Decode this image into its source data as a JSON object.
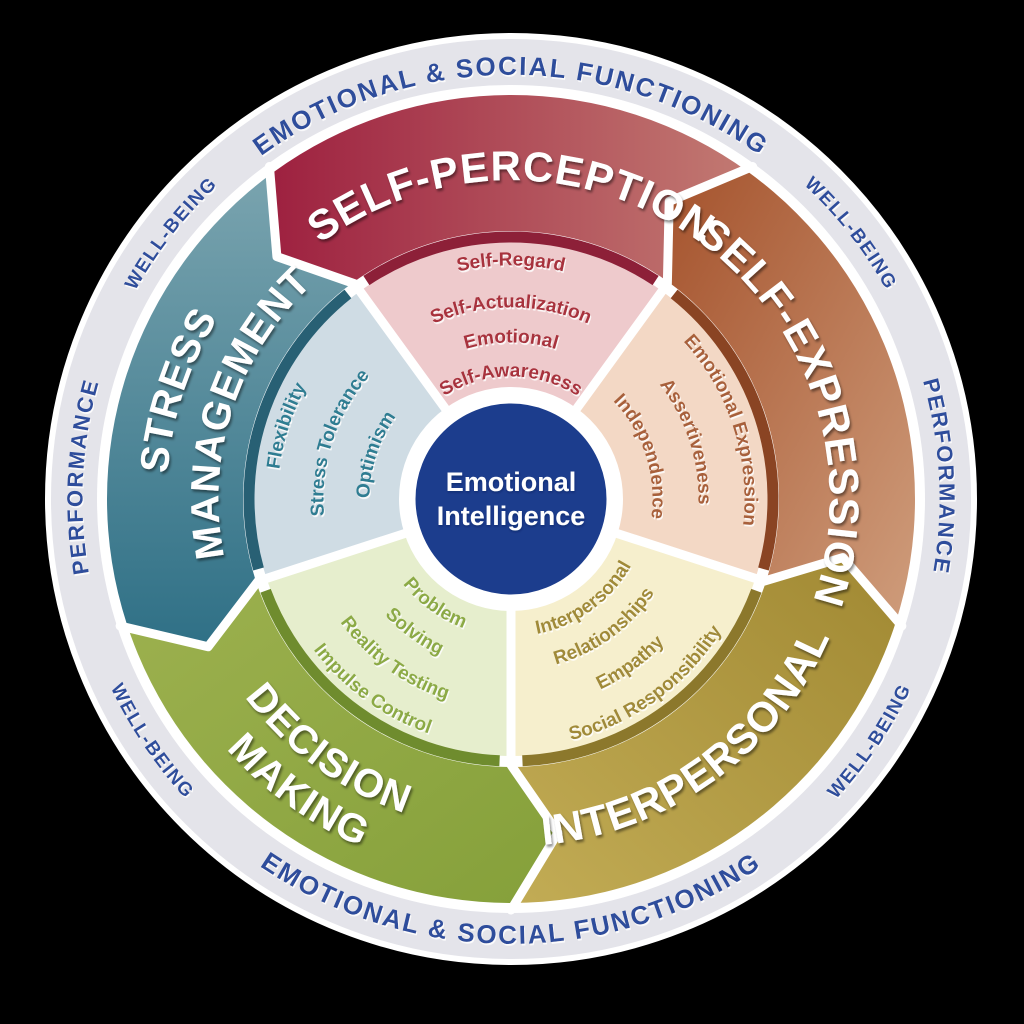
{
  "background_color": "#000000",
  "wheel": {
    "outer_ring": {
      "ring_color": "#e4e4ea",
      "text_color": "#2d4d9c",
      "top_label": "EMOTIONAL & SOCIAL FUNCTIONING",
      "bottom_label": "EMOTIONAL & SOCIAL FUNCTIONING",
      "well_being": {
        "top_left": "WELL-BEING",
        "top_right": "WELL-BEING",
        "bottom_left": "WELL-BEING",
        "bottom_right": "WELL-BEING"
      },
      "performance": {
        "left": "PERFORMANCE",
        "right": "PERFORMANCE"
      }
    },
    "center": {
      "line1": "Emotional",
      "line2": "Intelligence",
      "fill_color": "#1c3d8d",
      "text_color": "#ffffff"
    },
    "segments": [
      {
        "id": "self-perception",
        "label_lines": [
          "SELF-PERCEPTION"
        ],
        "band_gradient": [
          "#9e2140",
          "#c27a72"
        ],
        "pastel_color": "#eecacc",
        "separator_color": "#8d2038",
        "subscale_text_color": "#a8313c",
        "subscales": [
          "Self-Regard",
          "Self-Actualization",
          "Emotional Self-Awareness"
        ],
        "subscale_lines": [
          [
            "Self-Regard"
          ],
          [
            "Self-Actualization"
          ],
          [
            "Emotional",
            "Self-Awareness"
          ]
        ]
      },
      {
        "id": "self-expression",
        "label_lines": [
          "SELF-EXPRESSION"
        ],
        "band_gradient": [
          "#a5532d",
          "#cf9d7c"
        ],
        "pastel_color": "#f3d8c5",
        "separator_color": "#8a4423",
        "subscale_text_color": "#a8613a",
        "subscales": [
          "Emotional Expression",
          "Assertiveness",
          "Independence"
        ],
        "subscale_lines": [
          [
            "Emotional Expression"
          ],
          [
            "Assertiveness"
          ],
          [
            "Independence"
          ]
        ]
      },
      {
        "id": "interpersonal",
        "label_lines": [
          "INTERPERSONAL"
        ],
        "band_gradient": [
          "#a18933",
          "#c2ac55"
        ],
        "pastel_color": "#f6efcd",
        "separator_color": "#8c782c",
        "subscale_text_color": "#a08a38",
        "subscales": [
          "Interpersonal Relationships",
          "Empathy",
          "Social Responsibility"
        ],
        "subscale_lines": [
          [
            "Interpersonal",
            "Relationships"
          ],
          [
            "Empathy"
          ],
          [
            "Social Responsibility"
          ]
        ]
      },
      {
        "id": "decision-making",
        "label_lines": [
          "DECISION",
          "MAKING"
        ],
        "band_gradient": [
          "#9db14f",
          "#85a03a"
        ],
        "pastel_color": "#e6eecd",
        "separator_color": "#6f8c2e",
        "subscale_text_color": "#8caa45",
        "subscales": [
          "Problem Solving",
          "Reality Testing",
          "Impulse Control"
        ],
        "subscale_lines": [
          [
            "Problem",
            "Solving"
          ],
          [
            "Reality Testing"
          ],
          [
            "Impulse Control"
          ]
        ]
      },
      {
        "id": "stress-management",
        "label_lines": [
          "STRESS",
          "MANAGEMENT"
        ],
        "band_gradient": [
          "#7aa4af",
          "#2f7086"
        ],
        "pastel_color": "#cfdce4",
        "separator_color": "#286074",
        "subscale_text_color": "#2f7d92",
        "subscales": [
          "Flexibility",
          "Stress Tolerance",
          "Optimism"
        ],
        "subscale_lines": [
          [
            "Flexibility"
          ],
          [
            "Stress Tolerance"
          ],
          [
            "Optimism"
          ]
        ]
      }
    ]
  }
}
